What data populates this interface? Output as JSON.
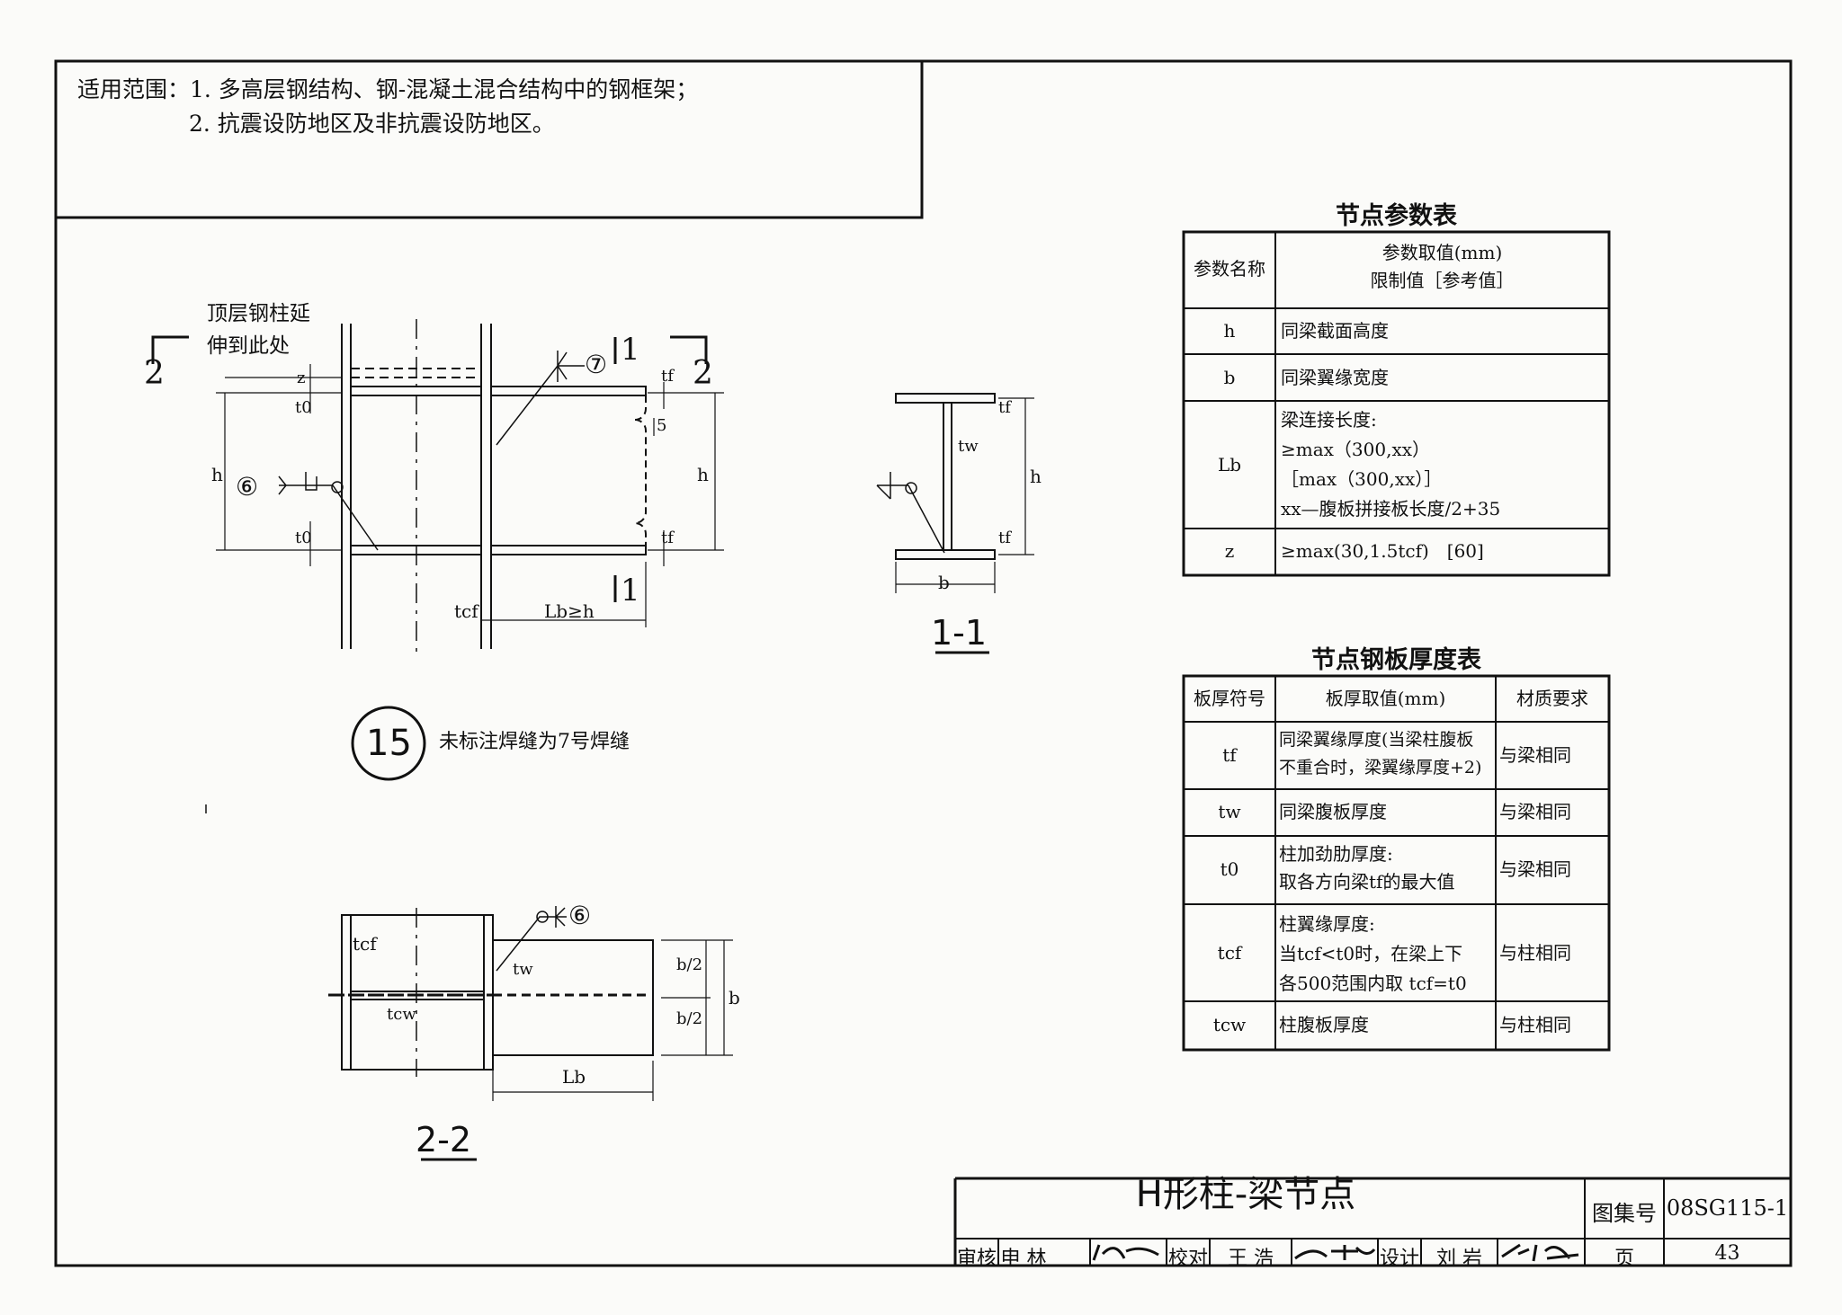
{
  "scope": {
    "line1": "适用范围：1. 多高层钢结构、钢-混凝土混合结构中的钢框架；",
    "line2": "2. 抗震设防地区及非抗震设防地区。"
  },
  "elevation": {
    "note_top": "顶层钢柱延",
    "note_top2": "伸到此处",
    "sec2_left": "2",
    "sec2_right": "2",
    "sec1_top": "1",
    "sec1_bottom": "1",
    "weld7": "⑦",
    "weld6": "⑥",
    "dim_z": "z",
    "dim_t0a": "t0",
    "dim_h_left": "h",
    "dim_t0b": "t0",
    "dim_tf_top": "tf",
    "dim_5": "5",
    "dim_h_right": "h",
    "dim_tf_bot": "tf",
    "dim_tcf": "tcf",
    "dim_lb": "Lb≥h"
  },
  "detail": {
    "number": "15",
    "note": "未标注焊缝为7号焊缝"
  },
  "section11": {
    "label": "1-1",
    "tw": "tw",
    "tf_top": "tf",
    "h": "h",
    "tf_bot": "tf",
    "b": "b"
  },
  "section22": {
    "label": "2-2",
    "weld6": "⑥",
    "tcf": "tcf",
    "tw": "tw",
    "tcw": "tcw",
    "b2a": "b/2",
    "b2b": "b/2",
    "b": "b",
    "lb": "Lb"
  },
  "param_table": {
    "title": "节点参数表",
    "head1": "参数名称",
    "head2": "参数取值(mm)\n限制值［参考值］",
    "rows": [
      {
        "name": "h",
        "value": "同梁截面高度"
      },
      {
        "name": "b",
        "value": "同梁翼缘宽度"
      },
      {
        "name": "Lb",
        "value": "梁连接长度:\n≥max（300,xx）\n［max（300,xx）］\nxx—腹板拼接板长度/2+35"
      },
      {
        "name": "z",
        "value": "≥max(30,1.5tcf)　[60]"
      }
    ]
  },
  "thick_table": {
    "title": "节点钢板厚度表",
    "head1": "板厚符号",
    "head2": "板厚取值(mm)",
    "head3": "材质要求",
    "rows": [
      {
        "sym": "tf",
        "value": "同梁翼缘厚度(当梁柱腹板\n不重合时，梁翼缘厚度+2)",
        "mat": "与梁相同"
      },
      {
        "sym": "tw",
        "value": "同梁腹板厚度",
        "mat": "与梁相同"
      },
      {
        "sym": "t0",
        "value": "柱加劲肋厚度:\n取各方向梁tf的最大值",
        "mat": "与梁相同"
      },
      {
        "sym": "tcf",
        "value": "柱翼缘厚度:\n当tcf<t0时，在梁上下\n各500范围内取 tcf=t0",
        "mat": "与柱相同"
      },
      {
        "sym": "tcw",
        "value": "柱腹板厚度",
        "mat": "与柱相同"
      }
    ]
  },
  "title_block": {
    "title": "H形柱-梁节点",
    "atlas_label": "图集号",
    "atlas_no": "08SG115-1",
    "review_label": "审核",
    "reviewer": "申 林",
    "check_label": "校对",
    "checker": "王 浩",
    "design_label": "设计",
    "designer": "刘 岩",
    "page_label": "页",
    "page_no": "43"
  }
}
